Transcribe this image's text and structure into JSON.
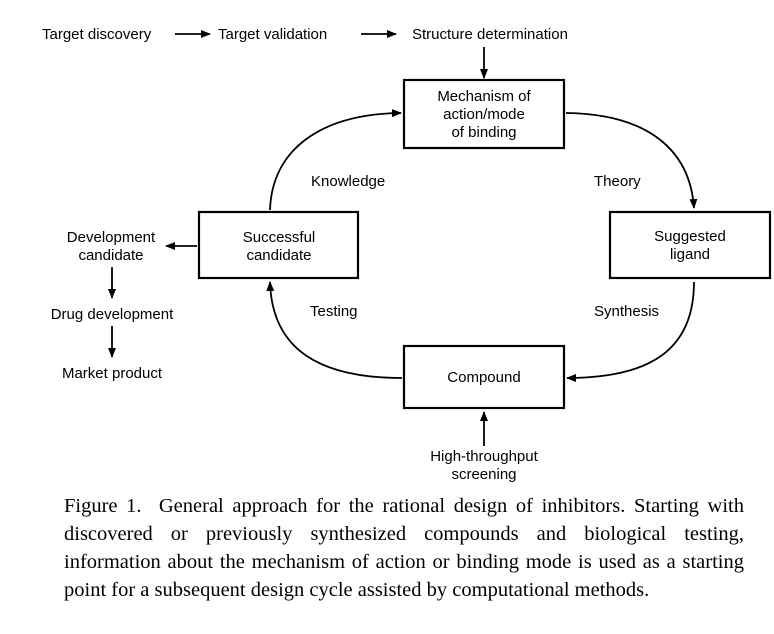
{
  "diagram": {
    "pipeline": {
      "step1": "Target discovery",
      "step2": "Target validation",
      "step3": "Structure determination"
    },
    "cycle": {
      "mechanism": [
        "Mechanism of",
        "action/mode",
        "of binding"
      ],
      "ligand": [
        "Suggested",
        "ligand"
      ],
      "compound": "Compound",
      "candidate": [
        "Successful",
        "candidate"
      ]
    },
    "edges": {
      "theory": "Theory",
      "synthesis": "Synthesis",
      "testing": "Testing",
      "knowledge": "Knowledge"
    },
    "screening": [
      "High-throughput",
      "screening"
    ],
    "outputs": {
      "development": [
        "Development",
        "candidate"
      ],
      "drug": "Drug development",
      "market": "Market product"
    }
  },
  "caption": {
    "label": "Figure 1.",
    "text": "General approach for the rational design of inhibitors. Starting with discovered or previously synthesized compounds and biological testing, information about the mechanism of action or binding mode is used as a starting point for a subsequent design cycle assisted by computational methods."
  }
}
